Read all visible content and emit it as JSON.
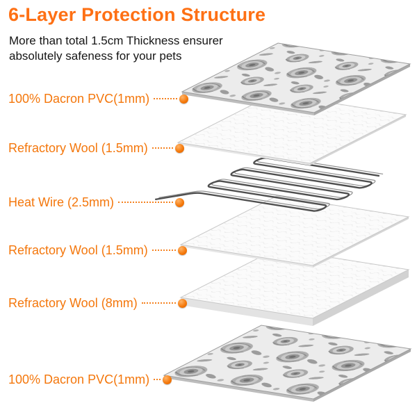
{
  "title": "6-Layer Protection Structure",
  "subtitle": {
    "line1": "More than total 1.5cm Thickness ensurer",
    "line2": "absolutely safeness for your pets"
  },
  "colors": {
    "title_orange": "#FE7014",
    "label_orange": "#F4770C",
    "leader_dot_orange": "#F58220",
    "wire_gray": "#4F4F4F",
    "fabric_gray": "#ACACAC",
    "wool_white": "#FBFBFB"
  },
  "layers": [
    {
      "label": "100% Dacron PVC(1mm)",
      "material": "floral-dacron-pvc-sheet"
    },
    {
      "label": "Refractory Wool (1.5mm)",
      "material": "refractory-wool-sheet"
    },
    {
      "label": "Heat Wire (2.5mm)",
      "material": "serpentine-heat-wire"
    },
    {
      "label": "Refractory Wool (1.5mm)",
      "material": "refractory-wool-sheet"
    },
    {
      "label": "Refractory Wool (8mm)",
      "material": "refractory-wool-thick-sheet"
    },
    {
      "label": "100% Dacron PVC(1mm)",
      "material": "floral-dacron-pvc-sheet"
    }
  ]
}
